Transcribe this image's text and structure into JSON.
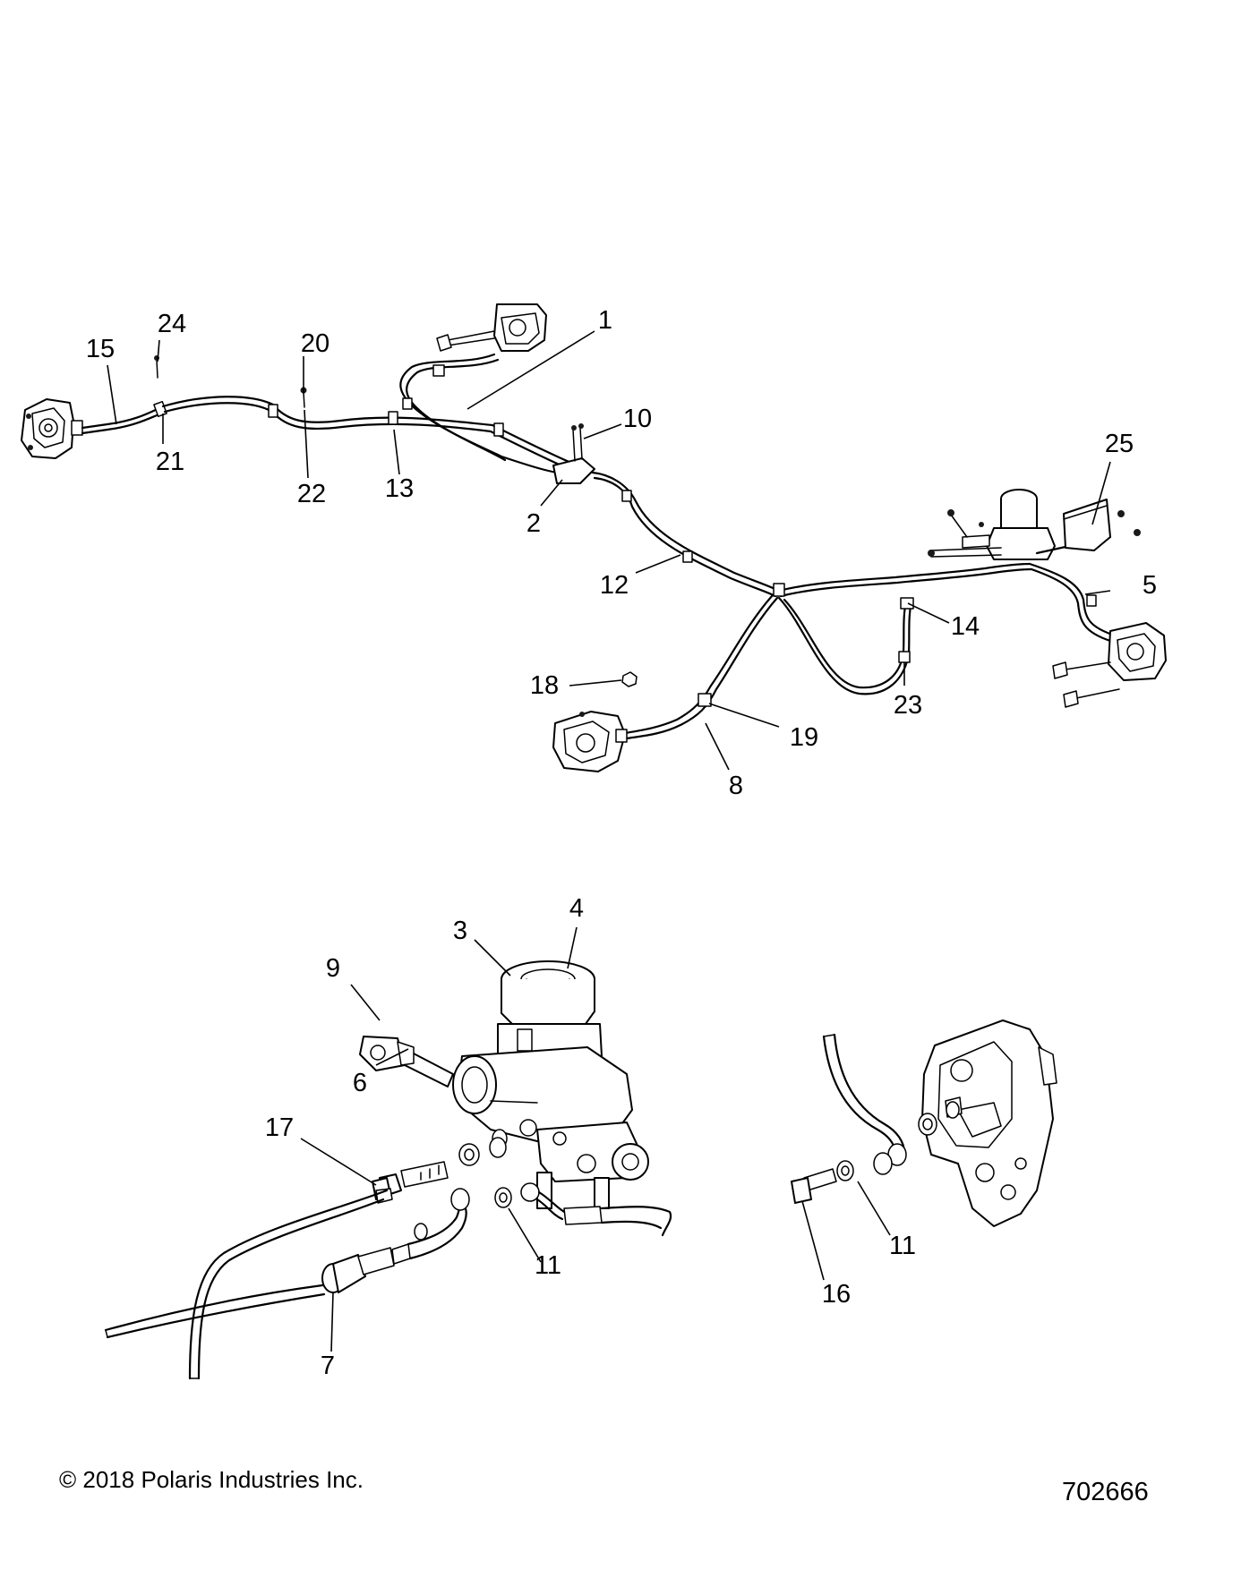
{
  "callouts": {
    "c1": "1",
    "c2": "2",
    "c3": "3",
    "c4": "4",
    "c5": "5",
    "c6": "6",
    "c7": "7",
    "c8": "8",
    "c9": "9",
    "c10": "10",
    "c11a": "11",
    "c11b": "11",
    "c12": "12",
    "c13": "13",
    "c14": "14",
    "c15": "15",
    "c16": "16",
    "c17": "17",
    "c18": "18",
    "c19": "19",
    "c20": "20",
    "c21": "21",
    "c22": "22",
    "c23": "23",
    "c24": "24",
    "c25": "25"
  },
  "footer": {
    "copyright": "© 2018 Polaris Industries Inc.",
    "diagram_number": "702666"
  }
}
